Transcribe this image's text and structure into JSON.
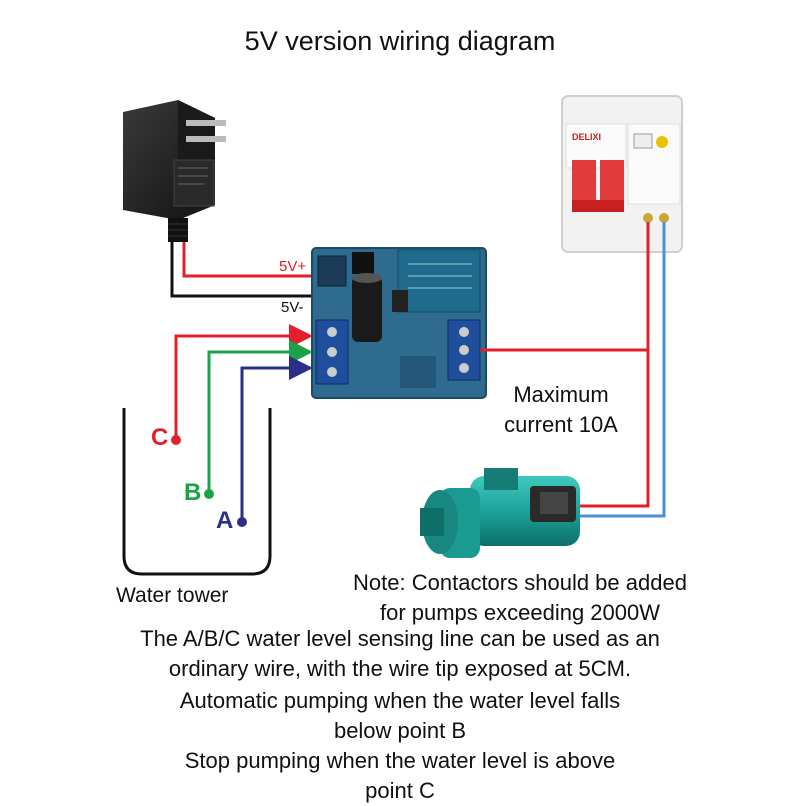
{
  "title": "5V version wiring diagram",
  "terminals": {
    "plus": "5V+",
    "minus": "5V-"
  },
  "levels": {
    "c": "C",
    "b": "B",
    "a": "A"
  },
  "max_current": {
    "line1": "Maximum",
    "line2": "current 10A"
  },
  "tower_label": "Water tower",
  "note": {
    "line1": "Note: Contactors should be added",
    "line2": "for pumps exceeding 2000W"
  },
  "instructions": [
    "The A/B/C water level sensing line can be used as an",
    "ordinary wire, with the wire tip exposed at 5CM.",
    "Automatic pumping when the water level falls",
    "below point B",
    "Stop pumping when the water level is above",
    "point C"
  ],
  "breaker_brand": "DELIXI",
  "colors": {
    "red_wire": "#e0202a",
    "green_wire": "#1aa348",
    "blue_wire": "#4a8fd8",
    "navy_wire": "#2c2f8a",
    "black_wire": "#111111",
    "board": "#2f6b8f",
    "pump": "#1ea39a"
  }
}
